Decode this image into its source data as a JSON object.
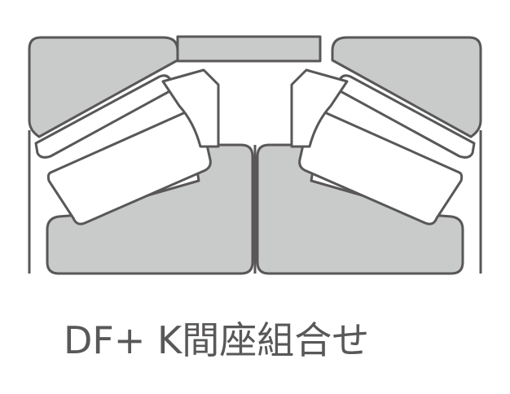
{
  "caption": {
    "arrangement": "DF+ K",
    "spacer_label": "間座",
    "combination_label": "組合せ"
  },
  "colors": {
    "fill": "#c9caca",
    "stroke": "#595757",
    "background": "#ffffff",
    "text": "#595757"
  },
  "parts": [
    "outer-ring-left",
    "outer-ring-right",
    "outer-spacer",
    "inner-ring-left",
    "inner-ring-right",
    "cage-left",
    "cage-right",
    "roller-left",
    "roller-right"
  ]
}
